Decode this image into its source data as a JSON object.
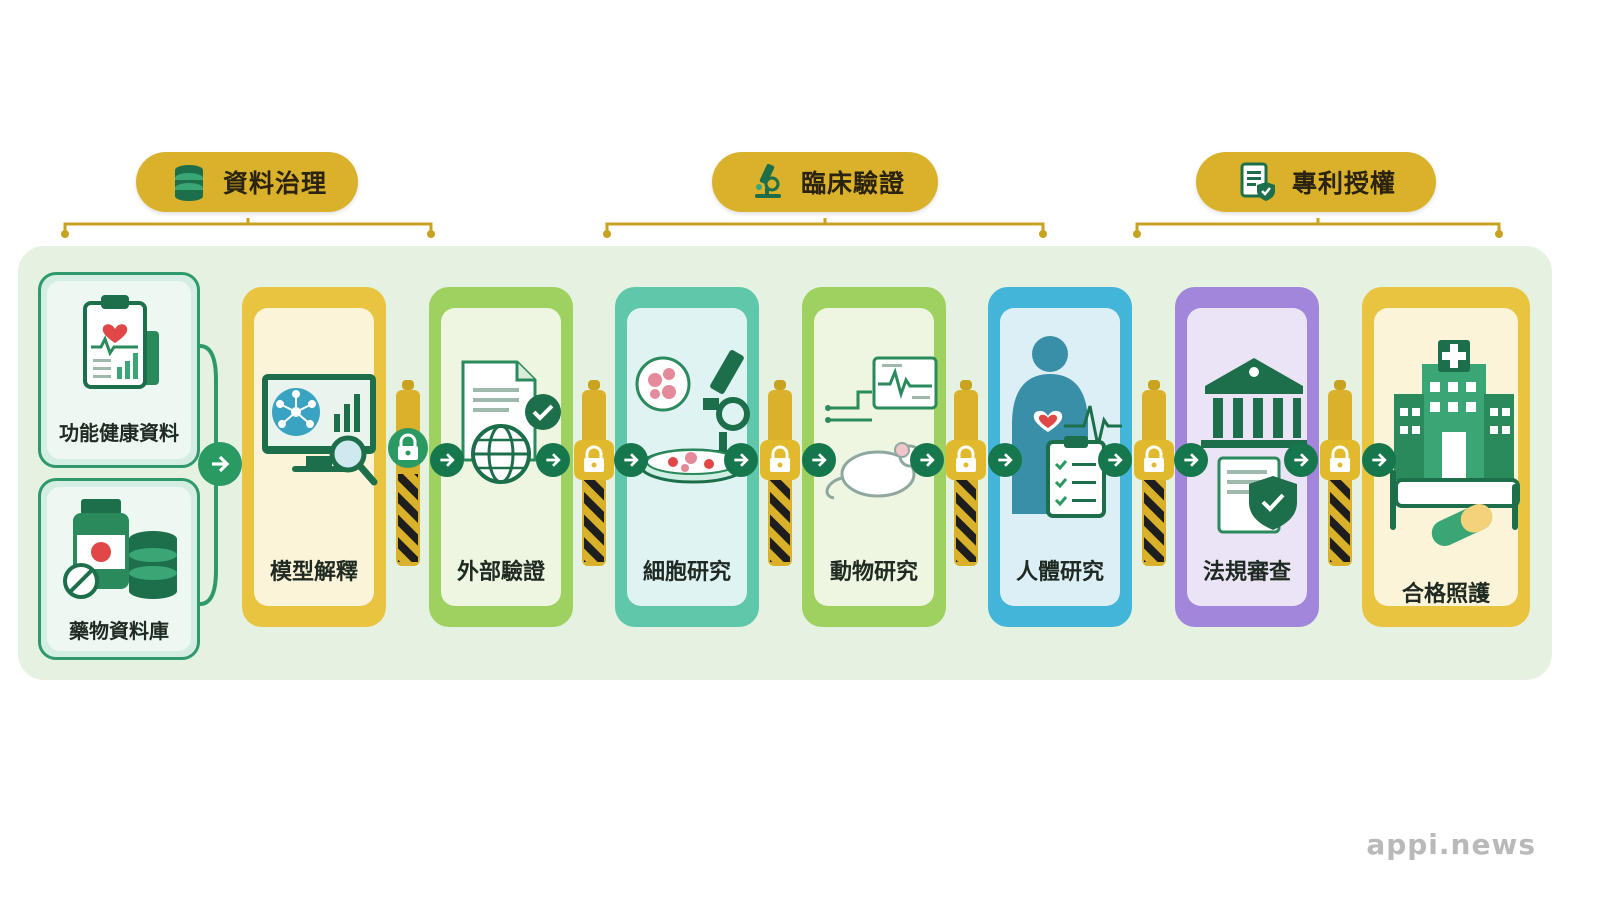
{
  "categories": [
    {
      "label": "資料治理",
      "icon": "database-icon"
    },
    {
      "label": "臨床驗證",
      "icon": "microscope-icon"
    },
    {
      "label": "專利授權",
      "icon": "certified-document-icon"
    }
  ],
  "sources": [
    {
      "label": "功能健康資料",
      "icon": "clipboard-health-chart-icon"
    },
    {
      "label": "藥物資料庫",
      "icon": "pill-bottle-database-icon"
    }
  ],
  "stages": [
    {
      "label": "模型解釋",
      "icon": "monitor-network-magnifier-icon",
      "color": "#e9c441"
    },
    {
      "label": "外部驗證",
      "icon": "document-globe-check-icon",
      "color": "#9fd160"
    },
    {
      "label": "細胞研究",
      "icon": "cells-microscope-petri-icon",
      "color": "#5fc7aa"
    },
    {
      "label": "動物研究",
      "icon": "lab-mouse-monitor-icon",
      "color": "#9fd160"
    },
    {
      "label": "人體研究",
      "icon": "human-heart-checklist-icon",
      "color": "#43b5d8"
    },
    {
      "label": "法規審查",
      "icon": "government-building-shield-doc-icon",
      "color": "#a186dc"
    },
    {
      "label": "合格照護",
      "icon": "hospital-bed-pills-icon",
      "color": "#e9c441"
    }
  ],
  "gate_icon": "lock-icon",
  "flow_icon": "arrow-right-icon",
  "watermark": "appi.news"
}
